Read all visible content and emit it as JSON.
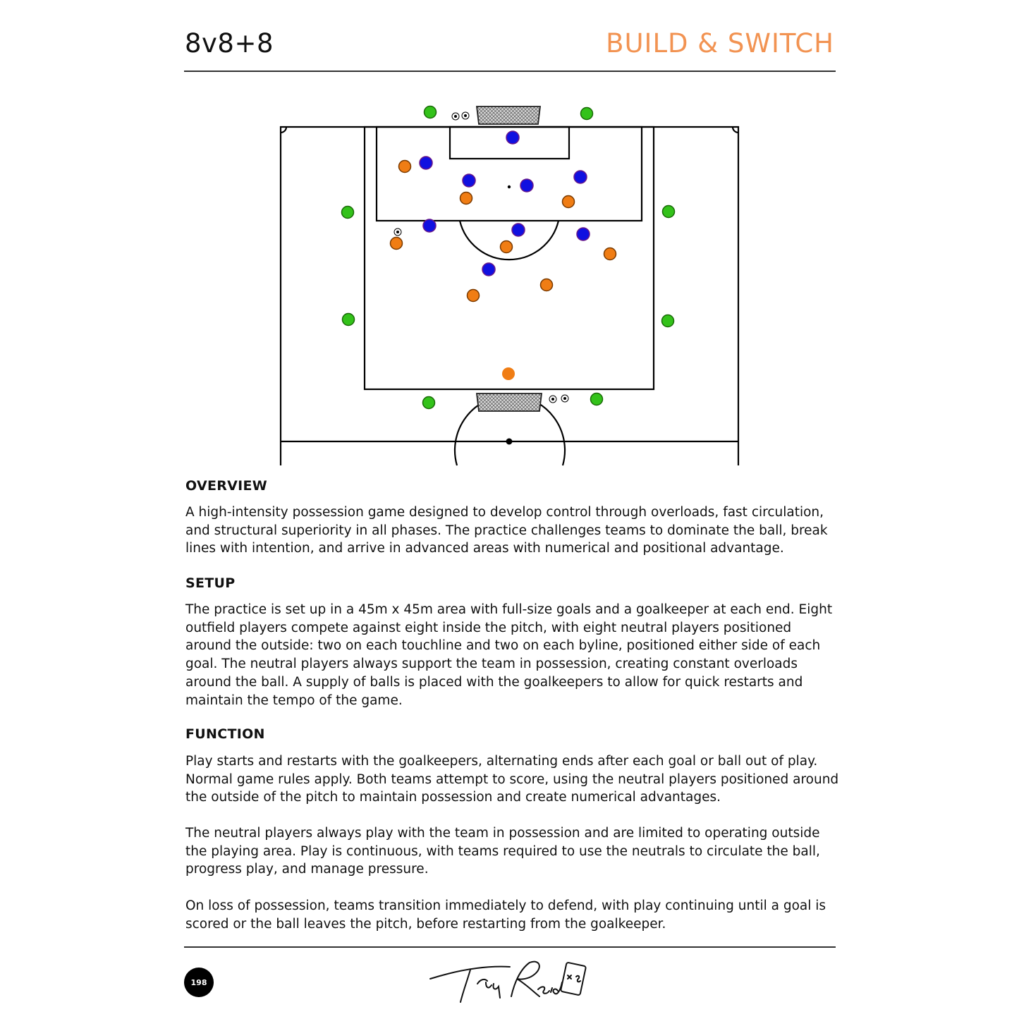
{
  "header": {
    "format": "8v8+8",
    "title": "BUILD & SWITCH"
  },
  "sections": [
    {
      "heading": "OVERVIEW",
      "paragraphs": [
        "A high-intensity possession game designed to develop control through overloads, fast circulation, and structural superiority in all phases. The practice challenges teams to dominate the ball, break lines with intention, and arrive in advanced areas with numerical and positional advantage."
      ]
    },
    {
      "heading": "SETUP",
      "paragraphs": [
        "The practice is set up in a 45m x 45m area with full-size goals and a goalkeeper at each end. Eight outfield players compete against eight inside the pitch, with eight neutral players positioned around the outside: two on each touchline and two on each byline, positioned either side of each goal. The neutral players always support the team in possession, creating constant overloads around the ball. A supply of balls is placed with the goalkeepers to allow for quick restarts and maintain the tempo of the game."
      ]
    },
    {
      "heading": "FUNCTION",
      "paragraphs": [
        "Play starts and restarts with the goalkeepers, alternating ends after each goal or ball out of play. Normal game rules apply. Both teams attempt to score, using the neutral players positioned around the outside of the pitch to maintain possession and create numerical advantages.",
        "The neutral players always play with the team in possession and are limited to operating outside the playing area. Play is continuous, with teams required to use the neutrals to circulate the ball, progress play, and manage pressure.",
        "On loss of possession, teams transition immediately to defend, with play continuing until a goal is scored or the ball leaves the pitch, before restarting from the goalkeeper."
      ]
    }
  ],
  "footer": {
    "page_number": "198",
    "signature": "Troy Reid"
  },
  "colors": {
    "accent": "#f29352",
    "team_blue": "#1010e0",
    "team_orange": "#f07d14",
    "neutral_green": "#33c21a"
  }
}
